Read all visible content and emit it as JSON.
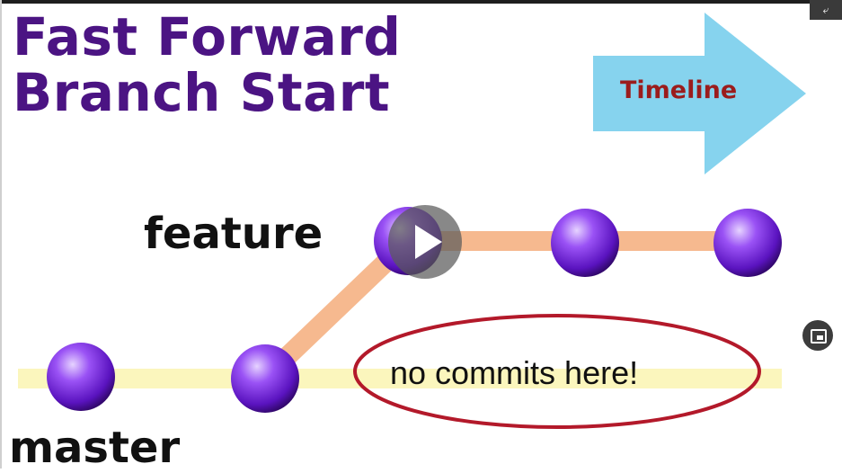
{
  "title": {
    "line1": "Fast Forward",
    "line2": "Branch Start"
  },
  "timeline": {
    "label": "Timeline"
  },
  "branches": {
    "feature": "feature",
    "master": "master"
  },
  "callout": {
    "text": "no commits here!"
  },
  "colors": {
    "title": "#4b1483",
    "commit_node": "#7b2ce0",
    "feature_branch": "#f6b98f",
    "master_branch": "#fbf6bd",
    "arrow": "#86d3ee",
    "callout_border": "#b3192a",
    "timeline_text": "#9b1c1c"
  },
  "icons": {
    "play": "play-icon",
    "pip": "picture-in-picture-icon",
    "corner": "collapse-icon"
  }
}
